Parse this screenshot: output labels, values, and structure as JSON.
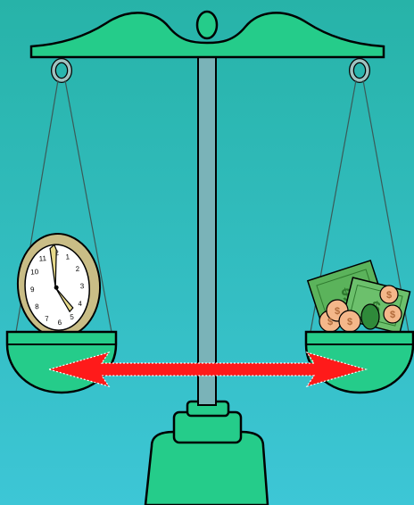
{
  "scene": {
    "subject": "balance-scale",
    "left_pan_item": "clock-icon",
    "right_pan_item": "money-icon",
    "connector": "double-headed-arrow-icon"
  },
  "clock": {
    "numerals": [
      "12",
      "1",
      "2",
      "3",
      "4",
      "5",
      "6",
      "7",
      "8",
      "9",
      "10",
      "11"
    ],
    "hour_hand_points_to": 5,
    "minute_hand_points_to": 12
  },
  "colors": {
    "background_top": "#27b3a8",
    "background_bottom": "#3dc6d6",
    "scale_green": "#25cc8a",
    "scale_outline": "#000000",
    "pillar": "#7ab3b8",
    "ring": "#9fc2c0",
    "clock_rim": "#c9bd86",
    "clock_face": "#ffffff",
    "money_green": "#5bb35b",
    "coin": "#f4b78a",
    "arrow": "#ff1a1a"
  }
}
